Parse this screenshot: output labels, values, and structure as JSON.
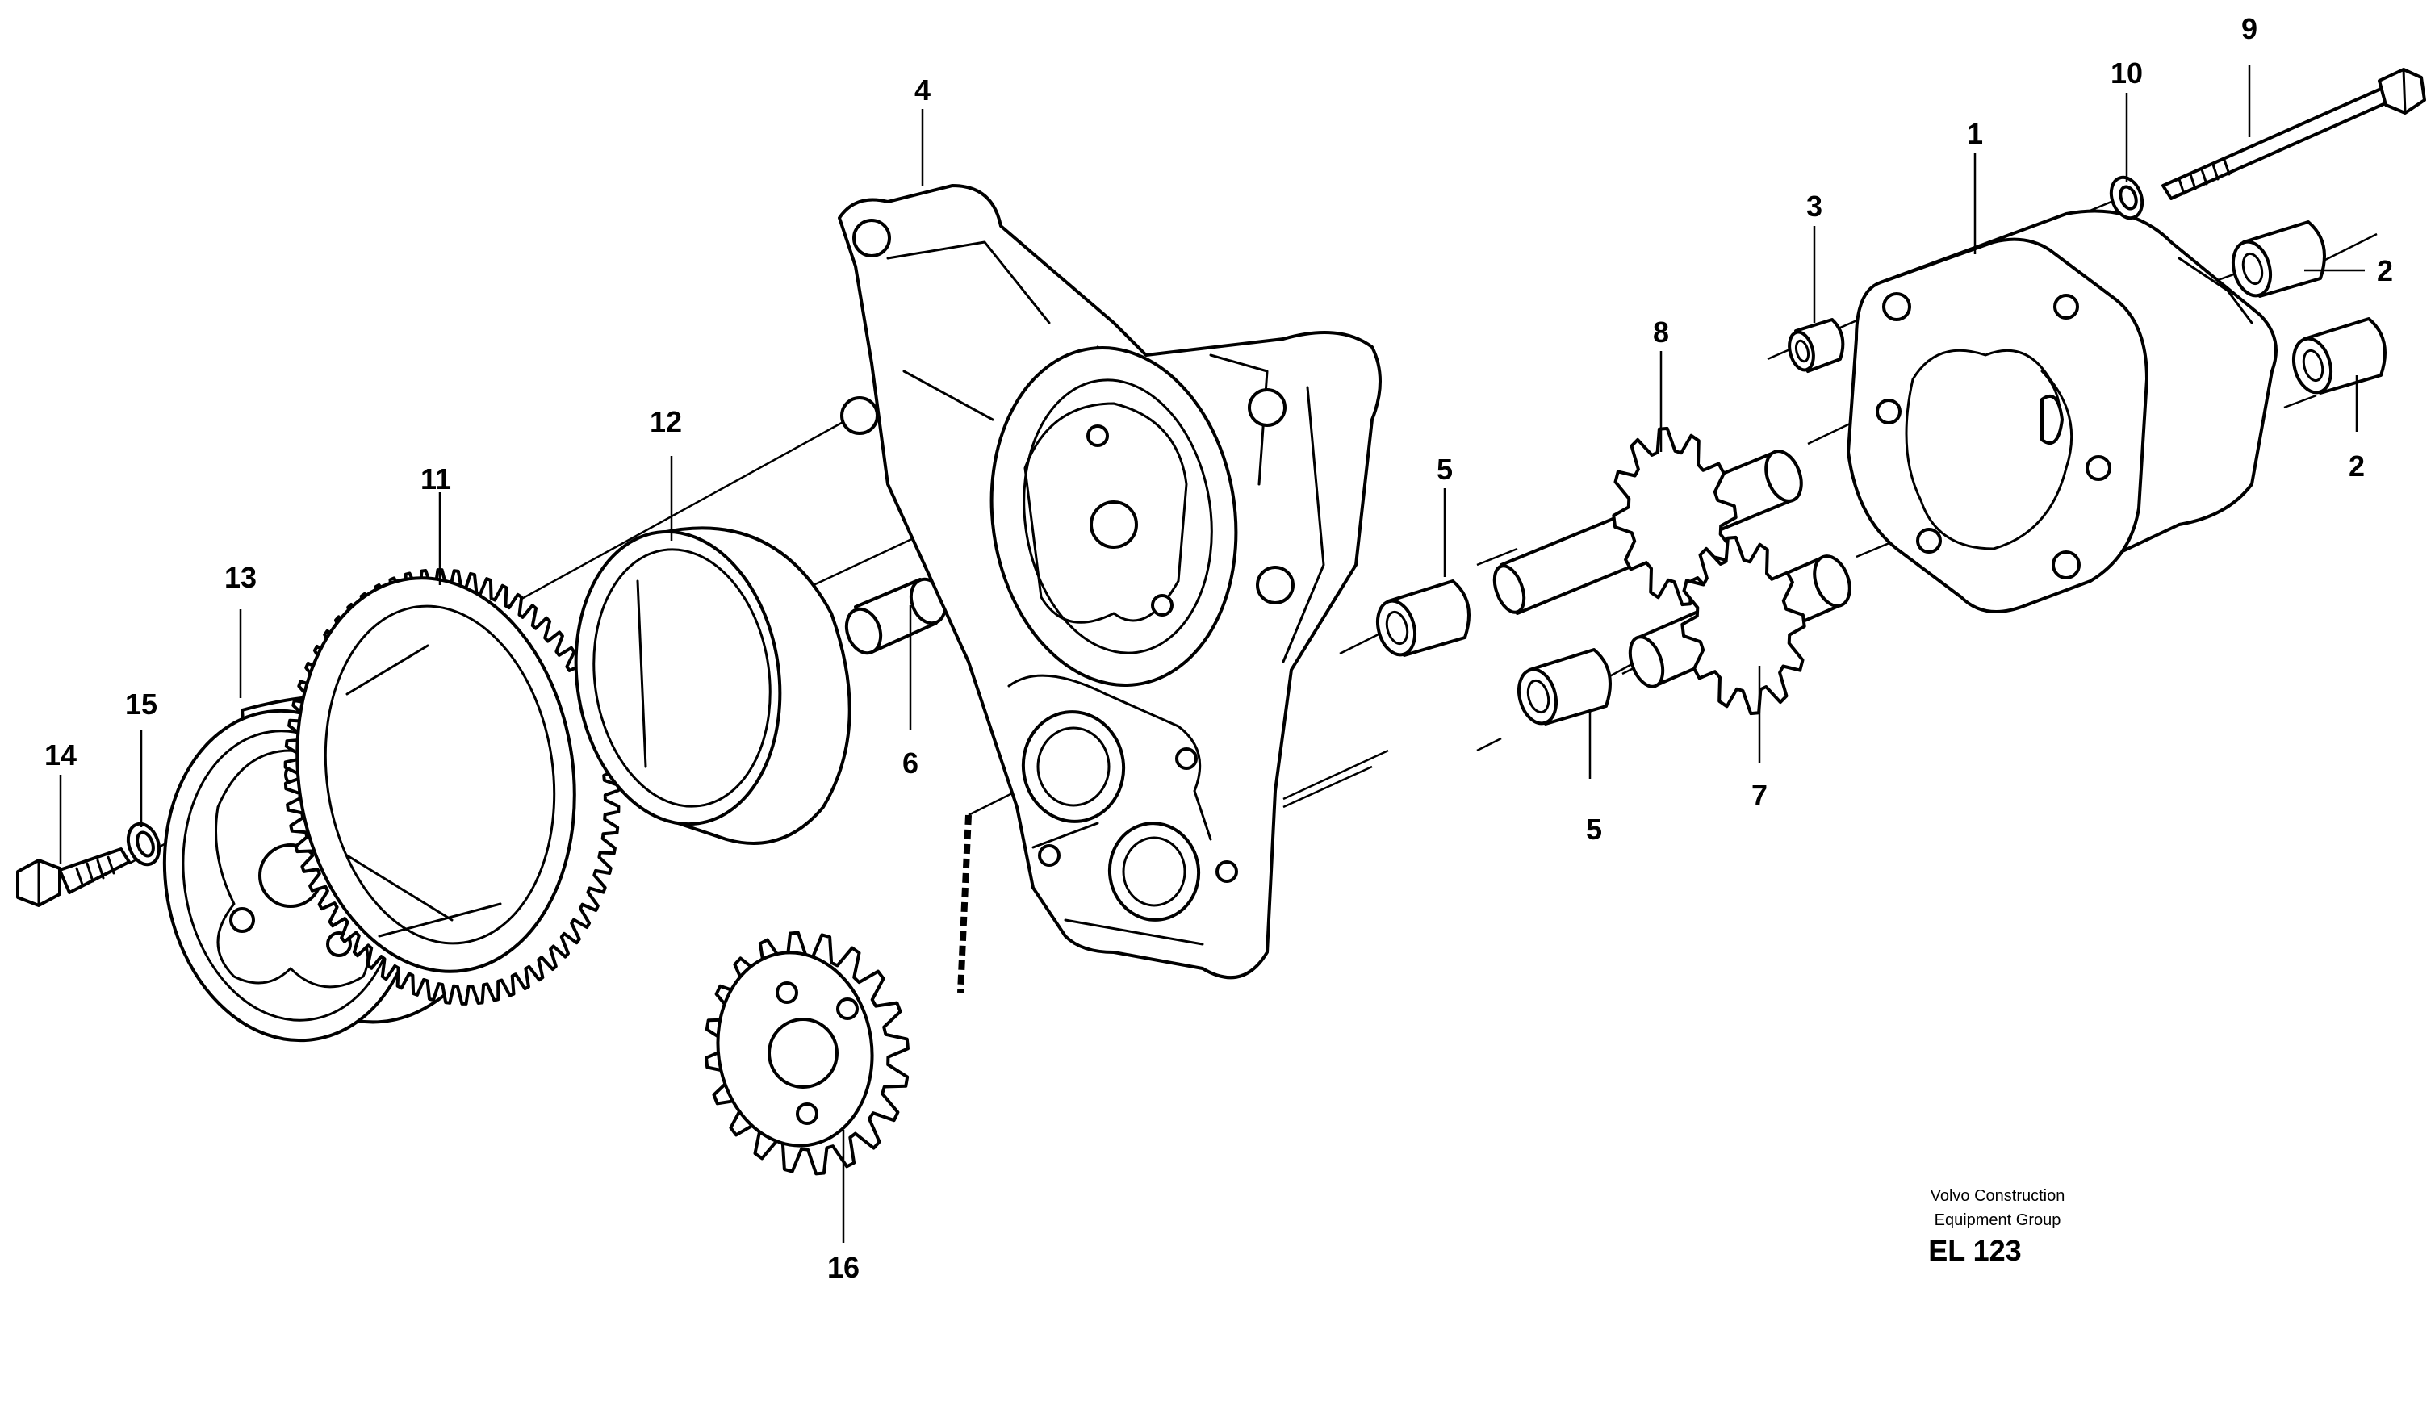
{
  "callouts": {
    "c1": "1",
    "c2a": "2",
    "c2b": "2",
    "c3": "3",
    "c4": "4",
    "c5a": "5",
    "c5b": "5",
    "c6": "6",
    "c7": "7",
    "c8": "8",
    "c9": "9",
    "c10": "10",
    "c11": "11",
    "c12": "12",
    "c13": "13",
    "c14": "14",
    "c15": "15",
    "c16": "16"
  },
  "caption": {
    "line1": "Volvo Construction",
    "line2": "Equipment Group",
    "code": "EL 123"
  }
}
